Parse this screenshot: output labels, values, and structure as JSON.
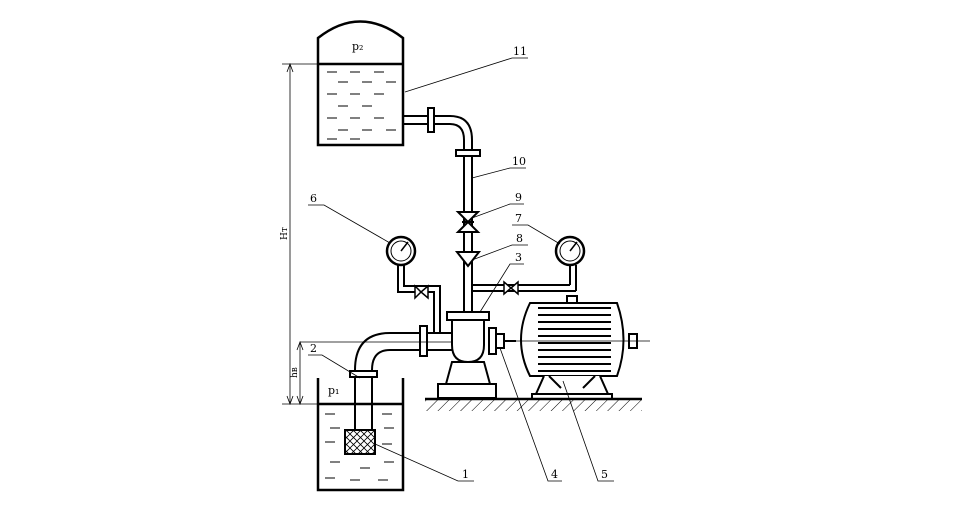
{
  "diagram": {
    "upper_tank_pressure": "p₂",
    "lower_tank_pressure": "p₁",
    "total_head_label": "Hт",
    "suction_height_label": "hв",
    "callouts": [
      "1",
      "2",
      "3",
      "4",
      "5",
      "6",
      "7",
      "8",
      "9",
      "10",
      "11"
    ]
  }
}
